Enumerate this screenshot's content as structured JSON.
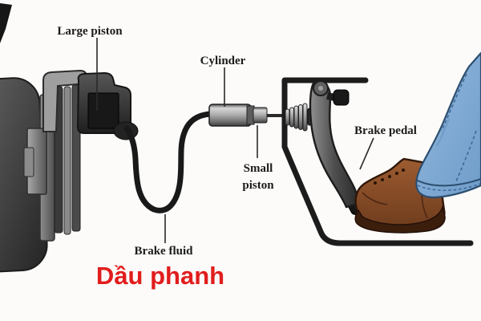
{
  "title": "Hydraulic brake system diagram",
  "labels": {
    "large_piston": "Large piston",
    "cylinder": "Cylinder",
    "small_piston": {
      "line1": "Small",
      "line2": "piston"
    },
    "brake_fluid": "Brake fluid",
    "brake_pedal": "Brake pedal"
  },
  "caption": {
    "text": "Dầu phanh",
    "color": "#e11d1d"
  },
  "colors": {
    "background": "#fcfbf9",
    "label_text": "#1b1b1b",
    "caption_red": "#e11d1d",
    "metal_dark": "#1d1d1d",
    "metal_mid": "#6e6e6e",
    "metal_light": "#cfcfcf",
    "jeans_blue": "#85aed6",
    "jeans_outline": "#2d4e70",
    "boot_brown": "#84502a",
    "sole_brown": "#3c1e0d"
  },
  "components": [
    "tire",
    "brake-disc",
    "wheel-hub",
    "caliper-bracket",
    "brake-caliper",
    "large-piston",
    "brake-fluid-hose",
    "cylinder",
    "small-piston",
    "pushrod",
    "bellows-boot",
    "pedal-bracket",
    "brake-pedal-arm",
    "pedal-pad",
    "boot",
    "jeans-leg"
  ]
}
